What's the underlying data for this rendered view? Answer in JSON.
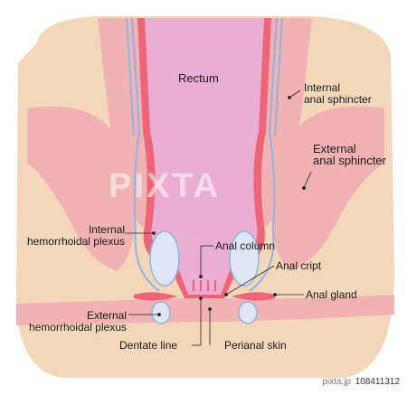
{
  "labels": {
    "rectum": "Rectum",
    "internal_sphincter": [
      "Internal",
      "anal sphincter"
    ],
    "external_sphincter": [
      "External",
      "anal sphincter"
    ],
    "internal_plexus": [
      "Internal",
      "hemorrhoidal plexus"
    ],
    "anal_column": "Anal column",
    "anal_cript": "Anal cript",
    "anal_gland": "Anal gland",
    "external_plexus": [
      "External",
      "hemorrhoidal plexus"
    ],
    "dentate_line": "Dentate line",
    "perianal_skin": "Perianal skin"
  },
  "watermark": "PIXTA",
  "image_id": "108411312",
  "site": "pixta.jp",
  "colors": {
    "skin": "#f4d6b8",
    "muscle": "#f0b2b2",
    "mucosa": "#eaaed2",
    "rectal_wall": "#f06478",
    "vessel": "#8fb4e6"
  }
}
